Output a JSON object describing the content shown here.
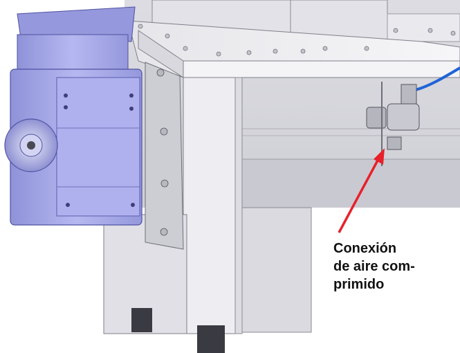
{
  "callout": {
    "lines": [
      "Conexión",
      "de aire com-",
      "primido"
    ]
  },
  "colors": {
    "arrow": "#e8202a",
    "motor": "#a3a6e8",
    "motor_dark": "#6e71b8",
    "steel_light": "#f1f1f4",
    "steel_mid": "#d6d6dc",
    "steel_dark": "#a9a9b2",
    "hose": "#1f63d6"
  },
  "icons": [
    "arrow-annotation-icon"
  ]
}
